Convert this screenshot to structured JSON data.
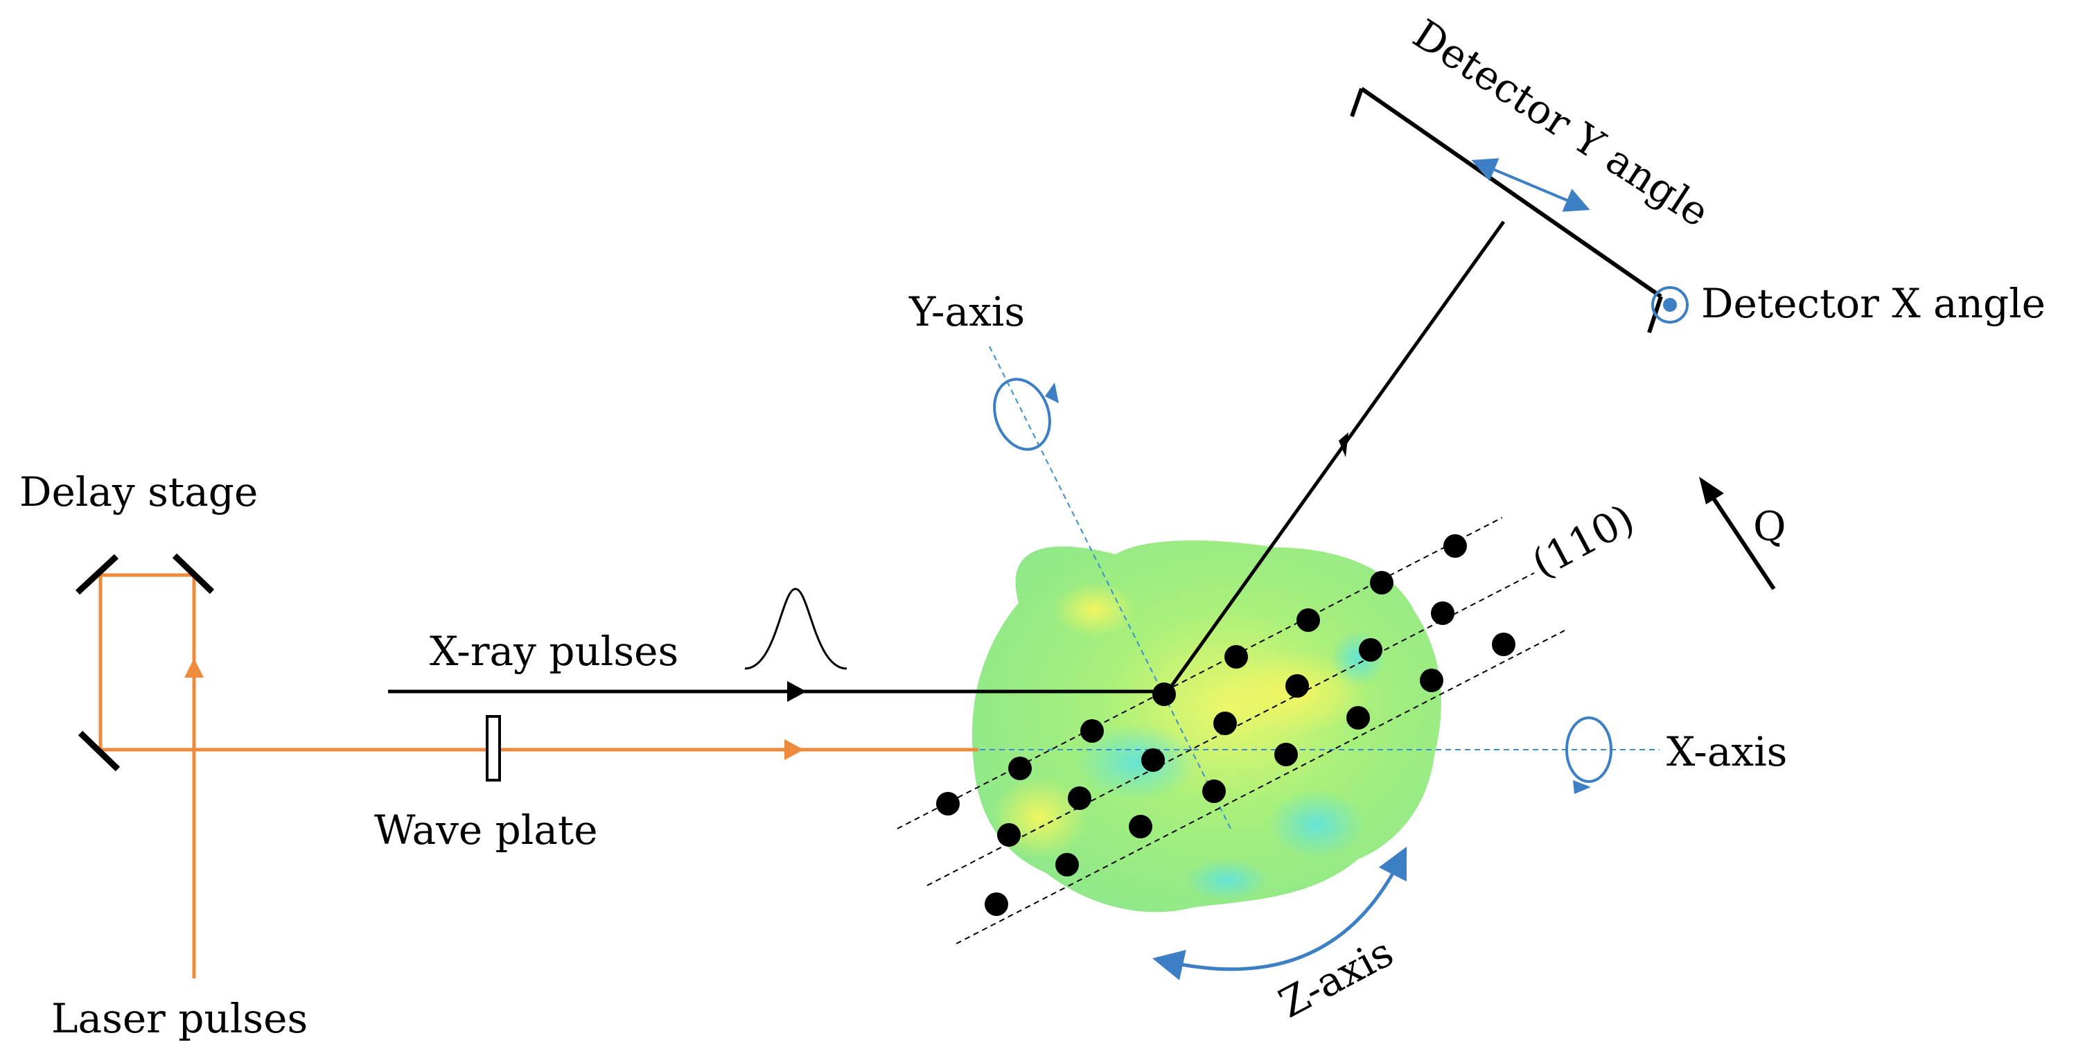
{
  "labels": {
    "delay_stage": "Delay stage",
    "xray_pulses": "X-ray pulses",
    "wave_plate": "Wave plate",
    "laser_pulses": "Laser pulses",
    "y_axis": "Y-axis",
    "x_axis": "X-axis",
    "z_axis": "Z-axis",
    "plane": "(110)",
    "q_vector": "Q",
    "detector_y_angle": "Detector Y angle",
    "detector_x_angle": "Detector X angle"
  },
  "colors": {
    "laser_beam": "#ee8a3c",
    "xray_beam": "#000000",
    "rotation_arrows": "#3d7fc4",
    "axis_dashes": "#3b8fd0",
    "lattice_points": "#000000",
    "crystal_base": "#9bf07a",
    "crystal_highlight": "#f3f56a",
    "crystal_cool": "#6fe6d6"
  }
}
